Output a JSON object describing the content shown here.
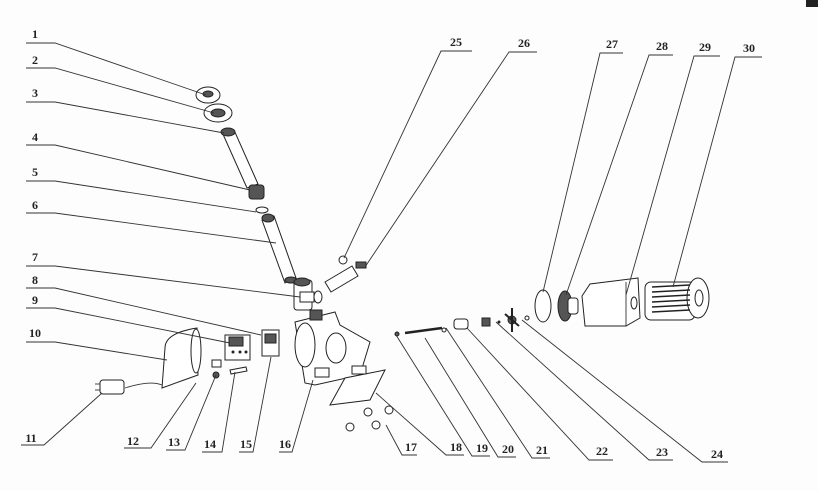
{
  "title": "Pump exploded parts diagram",
  "labels": [
    "1",
    "2",
    "3",
    "4",
    "5",
    "6",
    "7",
    "8",
    "9",
    "10",
    "11",
    "12",
    "13",
    "14",
    "15",
    "16",
    "17",
    "18",
    "19",
    "20",
    "21",
    "22",
    "23",
    "24",
    "25",
    "26",
    "27",
    "28",
    "29",
    "30"
  ]
}
